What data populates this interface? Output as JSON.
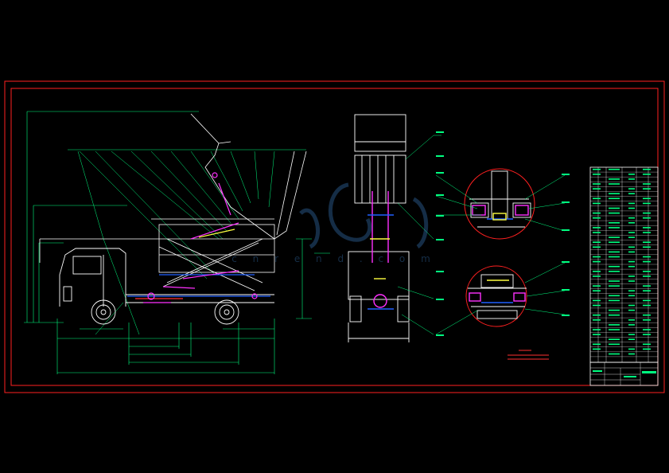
{
  "drawing": {
    "watermark_text": "c n r e n d . c o m",
    "colors": {
      "background": "#000000",
      "frame": "#ff2020",
      "dimension": "#00ff80",
      "outline": "#ffffff",
      "blue": "#2060ff",
      "magenta": "#ff30ff",
      "yellow": "#ffff40",
      "cyan": "#40ffff",
      "red": "#ff3030",
      "watermark": "#3c82c8"
    },
    "views": [
      "side-elevation",
      "rear-elevation",
      "section-detail-upper",
      "section-detail-lower",
      "parts-list",
      "title-block"
    ]
  }
}
